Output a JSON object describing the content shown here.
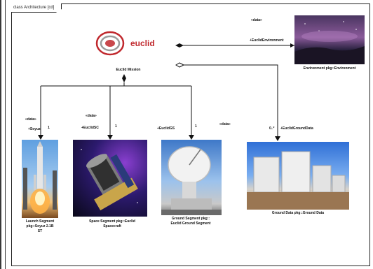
{
  "diagram": {
    "frame_title": "class Architecture [cd]"
  },
  "nodes": {
    "mission": {
      "logo_text": "euclid",
      "caption": "Euclid Mission"
    },
    "launch": {
      "caption_line1": "Launch Segment",
      "caption_line2": "pkg::Soyuz 2.1B",
      "caption_line3": "ST"
    },
    "space": {
      "caption_line1": "Space Segment pkg::Euclid",
      "caption_line2": "Spacecraft"
    },
    "ground": {
      "caption_line1": "Ground Segment pkg::",
      "caption_line2": "Euclid Ground Segment"
    },
    "datacenter": {
      "caption": "Ground Data pkg::Ground Data"
    },
    "environment": {
      "caption": "Environment pkg::Environment"
    }
  },
  "edges": {
    "env": {
      "stereo": "«data»",
      "role": "+EuclidEnvironment"
    },
    "launch": {
      "stereo": "«data»",
      "role": "+Soyuz",
      "mult": "1"
    },
    "space": {
      "stereo": "«data»",
      "role": "+EuclidSC",
      "mult": "1"
    },
    "ground": {
      "role": "+EuclidGS",
      "mult": "1"
    },
    "data": {
      "stereo": "«data»",
      "mult": "0..*",
      "role": "+EuclidGroundData"
    }
  },
  "colors": {
    "logo_red": "#c0282d",
    "line": "#111111"
  },
  "icons": {
    "composition": "filled-diamond",
    "aggregation": "hollow-diamond"
  }
}
